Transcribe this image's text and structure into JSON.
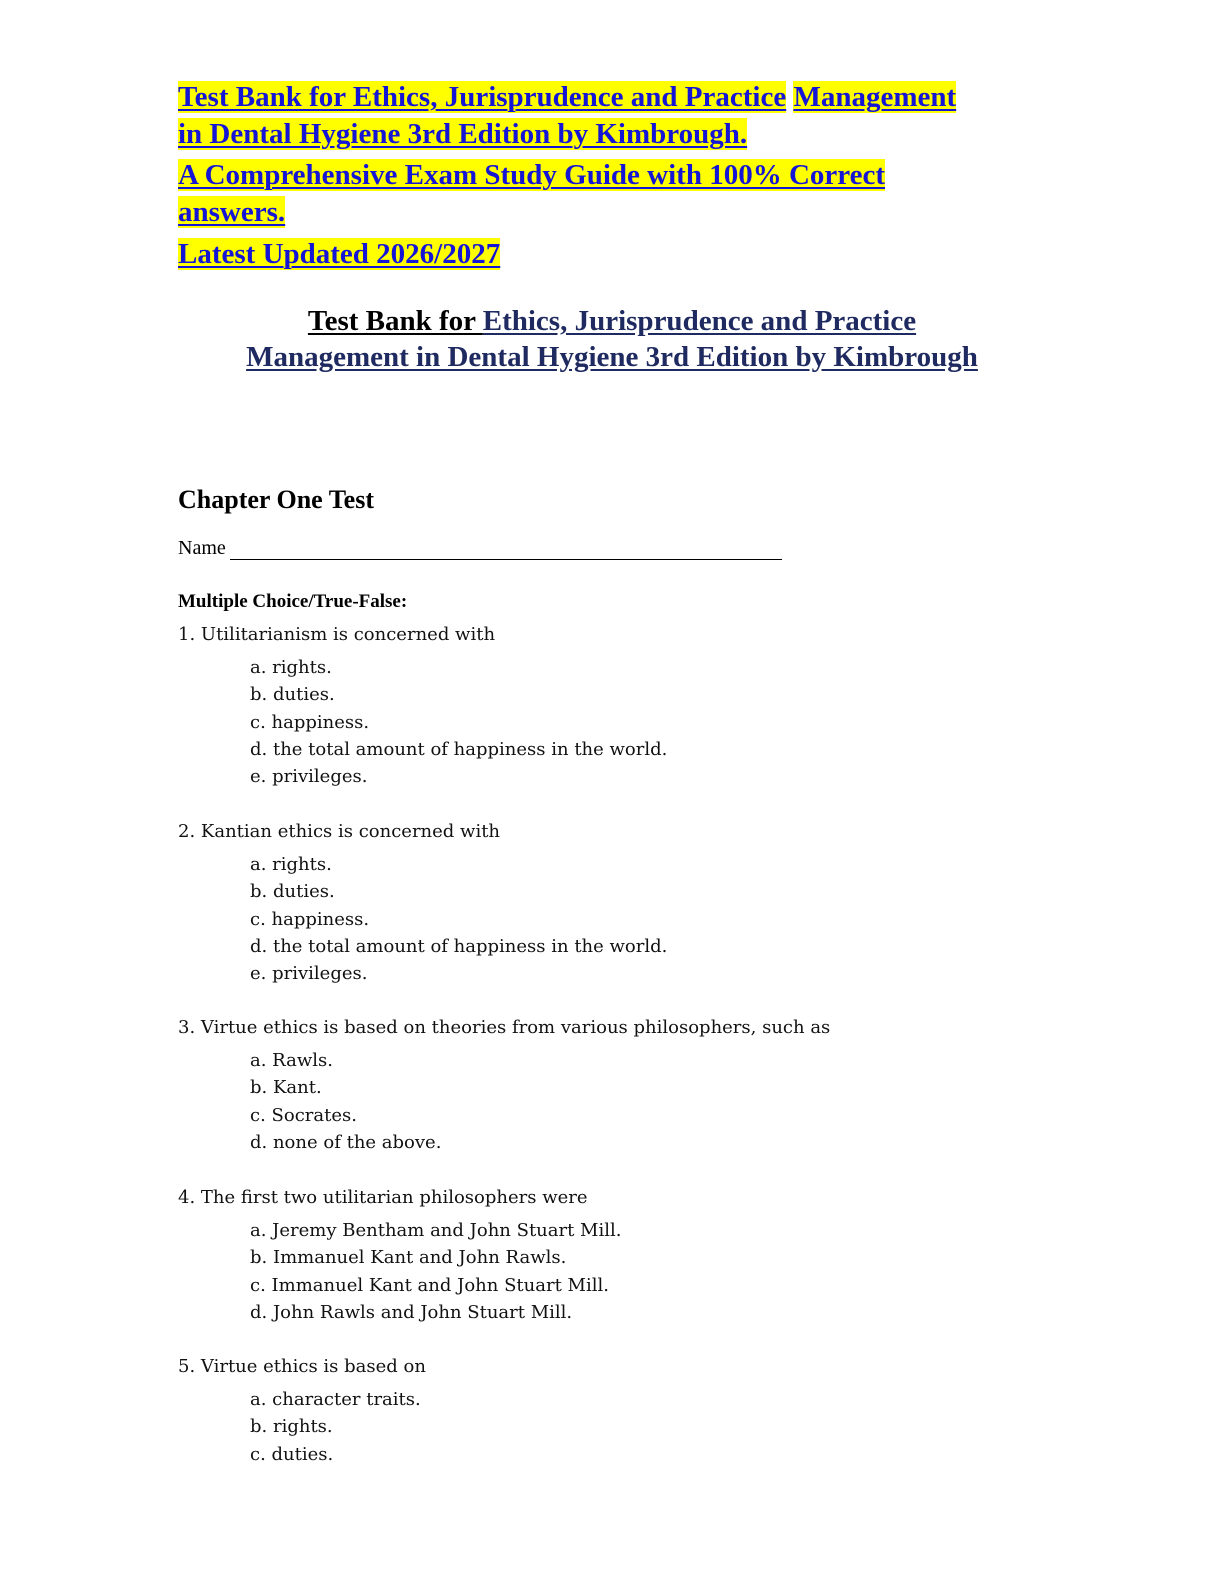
{
  "header": {
    "line1_a": "Test Bank for  Ethics, Jurisprudence and Practice",
    "line1_b": "Management ",
    "line2": "in Dental Hygiene 3rd Edition by Kimbrough.",
    "line3": "A Comprehensive Exam Study Guide with 100% Correct ",
    "line4": "answers.",
    "line5": "Latest Updated 2026/2027"
  },
  "subtitle": {
    "prefix": "Test Bank for ",
    "line1_rest": "Ethics, Jurisprudence and Practice",
    "line2": "Management in Dental Hygiene 3rd Edition by Kimbrough"
  },
  "chapter_title": "Chapter One Test",
  "name_label": "Name",
  "section_label": "Multiple Choice/True-False:",
  "questions": [
    {
      "text": "1. Utilitarianism is concerned with",
      "options": [
        "a. rights.",
        "b. duties.",
        "c. happiness.",
        "d. the total amount of happiness in the world.",
        "e. privileges."
      ]
    },
    {
      "text": "2. Kantian ethics is concerned with",
      "options": [
        "a. rights.",
        "b. duties.",
        "c. happiness.",
        "d. the total amount of happiness in the world.",
        "e. privileges."
      ]
    },
    {
      "text": "3. Virtue ethics is based on theories from various philosophers, such as",
      "options": [
        "a. Rawls.",
        "b. Kant.",
        "c. Socrates.",
        "d. none of the above."
      ]
    },
    {
      "text": "4. The first two utilitarian philosophers were",
      "options": [
        "a. Jeremy Bentham and John Stuart Mill.",
        "b. Immanuel Kant and John Rawls.",
        "c. Immanuel Kant and John Stuart Mill.",
        "d. John Rawls and John Stuart Mill."
      ]
    },
    {
      "text": "5. Virtue ethics is based on",
      "options": [
        "a. character traits.",
        "b. rights.",
        "c. duties."
      ]
    }
  ]
}
